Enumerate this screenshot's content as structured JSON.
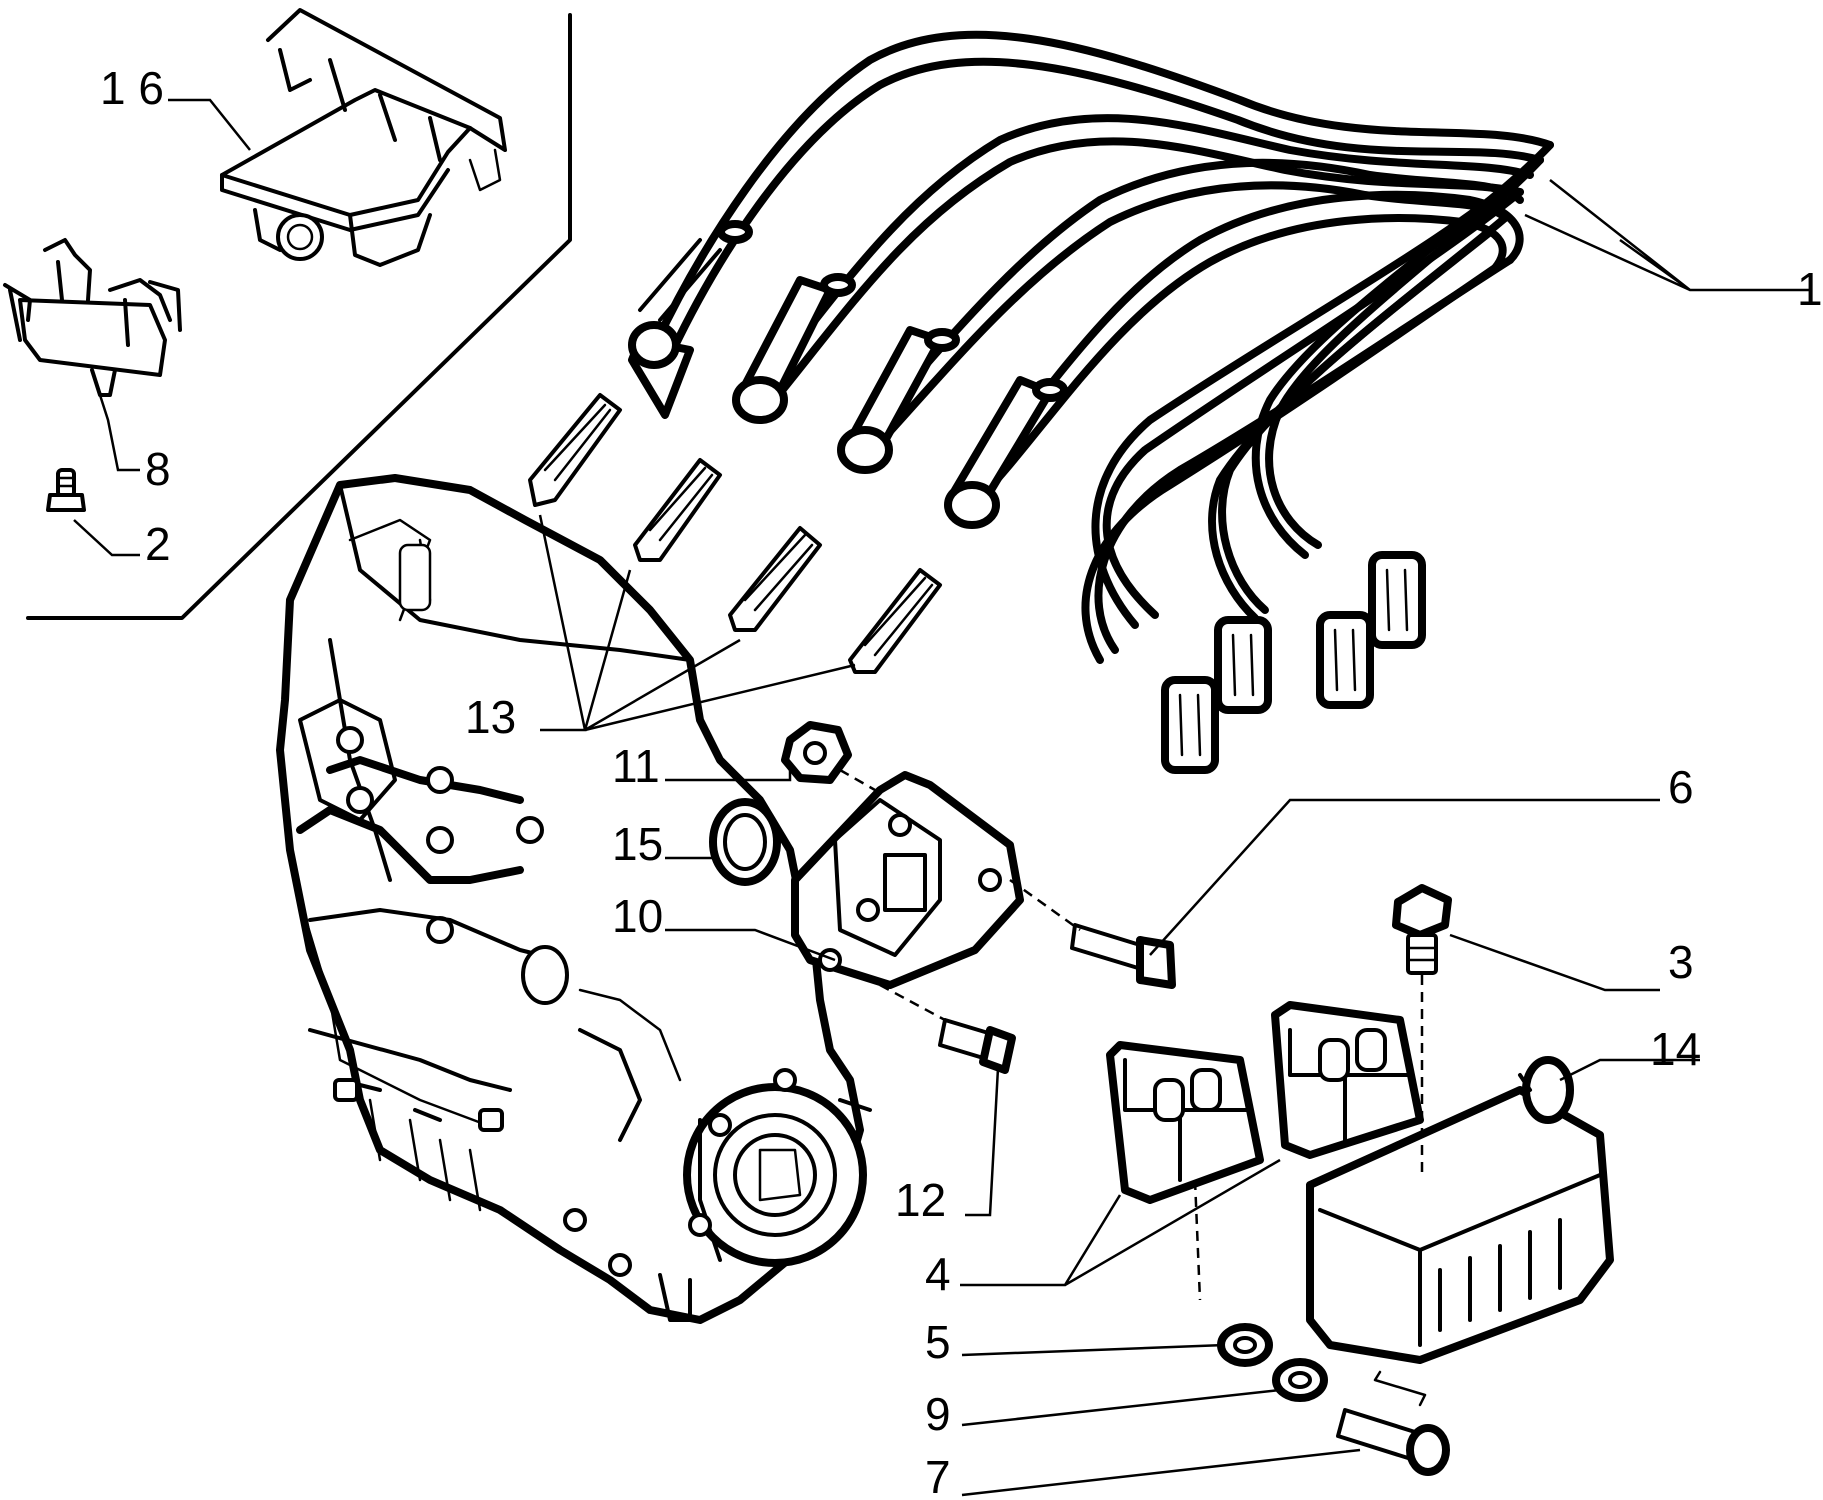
{
  "callouts": {
    "c1": "1",
    "c2": "2",
    "c3": "3",
    "c4": "4",
    "c5": "5",
    "c6": "6",
    "c7": "7",
    "c8": "8",
    "c9": "9",
    "c10": "10",
    "c11": "11",
    "c12": "12",
    "c13": "13",
    "c14": "14",
    "c15": "15",
    "c16": "1 6"
  }
}
